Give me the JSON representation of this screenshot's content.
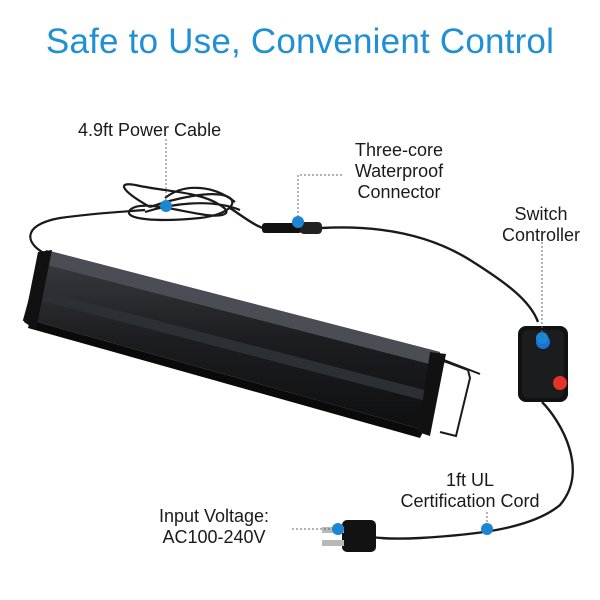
{
  "title": "Safe to Use, Convenient Control",
  "labels": {
    "power_cable": "4.9ft Power Cable",
    "connector_line1": "Three-core",
    "connector_line2": "Waterproof",
    "connector_line3": "Connector",
    "switch_line1": "Switch",
    "switch_line2": "Controller",
    "cert_line1": "1ft UL",
    "cert_line2": "Certification Cord",
    "voltage_line1": "Input Voltage:",
    "voltage_line2": "AC100-240V"
  },
  "colors": {
    "title": "#1f8fd6",
    "marker": "#1c86d4",
    "switch_red": "#e53329",
    "switch_blue": "#1a73d8"
  }
}
